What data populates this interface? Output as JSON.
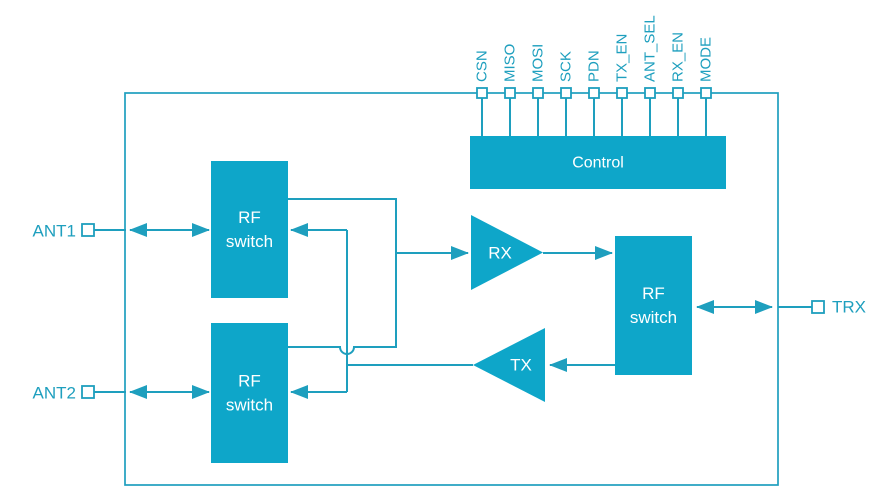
{
  "colors": {
    "wire": "#1E9FBE",
    "block_fill": "#0EA6C9",
    "label_text": "#1E9FBE",
    "text_on_block": "#FFFFFF",
    "background": "#FFFFFF"
  },
  "control_pins": [
    {
      "label": "CSN"
    },
    {
      "label": "MISO"
    },
    {
      "label": "MOSI"
    },
    {
      "label": "SCK"
    },
    {
      "label": "PDN"
    },
    {
      "label": "TX_EN"
    },
    {
      "label": "ANT_SEL"
    },
    {
      "label": "RX_EN"
    },
    {
      "label": "MODE"
    }
  ],
  "blocks": {
    "control": {
      "label": "Control"
    },
    "rf_switch_ant1": {
      "label_lines": [
        "RF",
        "switch"
      ]
    },
    "rf_switch_ant2": {
      "label_lines": [
        "RF",
        "switch"
      ]
    },
    "rf_switch_trx": {
      "label_lines": [
        "RF",
        "switch"
      ]
    },
    "rx_amplifier": {
      "label": "RX"
    },
    "tx_amplifier": {
      "label": "TX"
    }
  },
  "external_pins": {
    "ant1": {
      "label": "ANT1"
    },
    "ant2": {
      "label": "ANT2"
    },
    "trx": {
      "label": "TRX"
    }
  }
}
